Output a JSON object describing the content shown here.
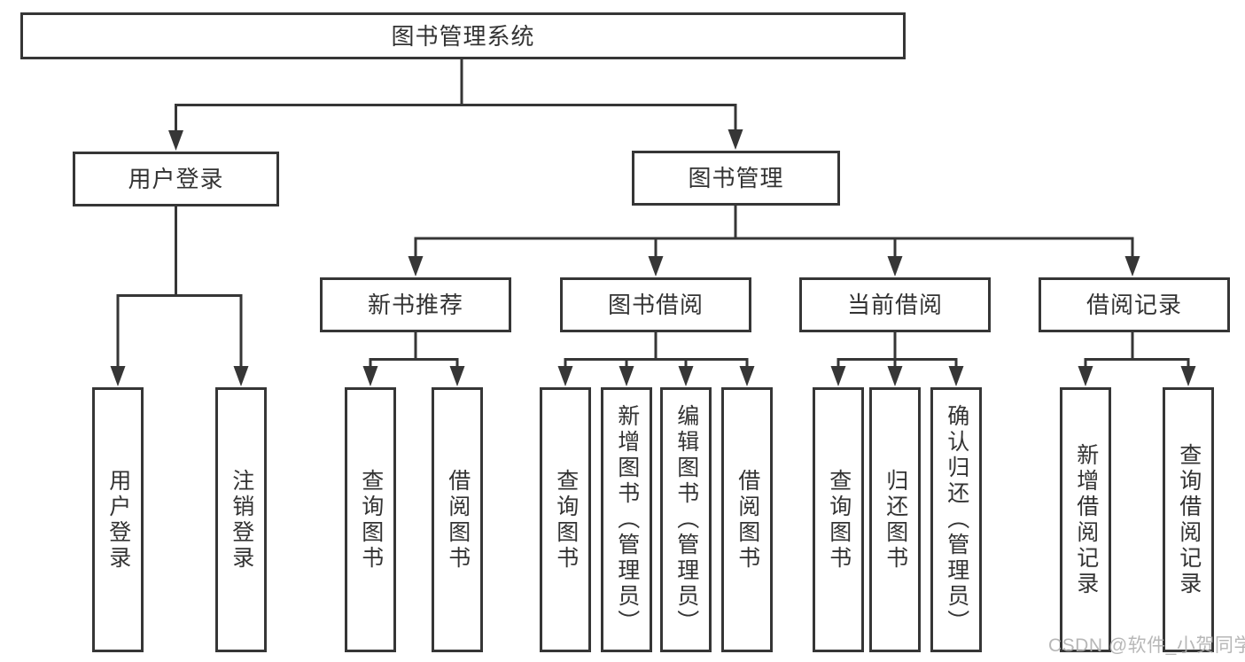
{
  "tree": {
    "label": "图书管理系统",
    "children": [
      {
        "label": "用户登录",
        "children": [
          {
            "label": "用户登录"
          },
          {
            "label": "注销登录"
          }
        ]
      },
      {
        "label": "图书管理",
        "children": [
          {
            "label": "新书推荐",
            "children": [
              {
                "label": "查询图书"
              },
              {
                "label": "借阅图书"
              }
            ]
          },
          {
            "label": "图书借阅",
            "children": [
              {
                "label": "查询图书"
              },
              {
                "label": "新增图书（管理员）"
              },
              {
                "label": "编辑图书（管理员）"
              },
              {
                "label": "借阅图书"
              }
            ]
          },
          {
            "label": "当前借阅",
            "children": [
              {
                "label": "查询图书"
              },
              {
                "label": "归还图书"
              },
              {
                "label": "确认归还（管理员）"
              }
            ]
          },
          {
            "label": "借阅记录",
            "children": [
              {
                "label": "新增借阅记录"
              },
              {
                "label": "查询借阅记录"
              }
            ]
          }
        ]
      }
    ]
  },
  "watermark": {
    "text": "CSDN @软件_小贺同学"
  },
  "colors": {
    "line": "#363636",
    "text": "#333333",
    "box-bg": "#ffffff",
    "watermark": "#b0b0b0",
    "background": "#ffffff"
  }
}
